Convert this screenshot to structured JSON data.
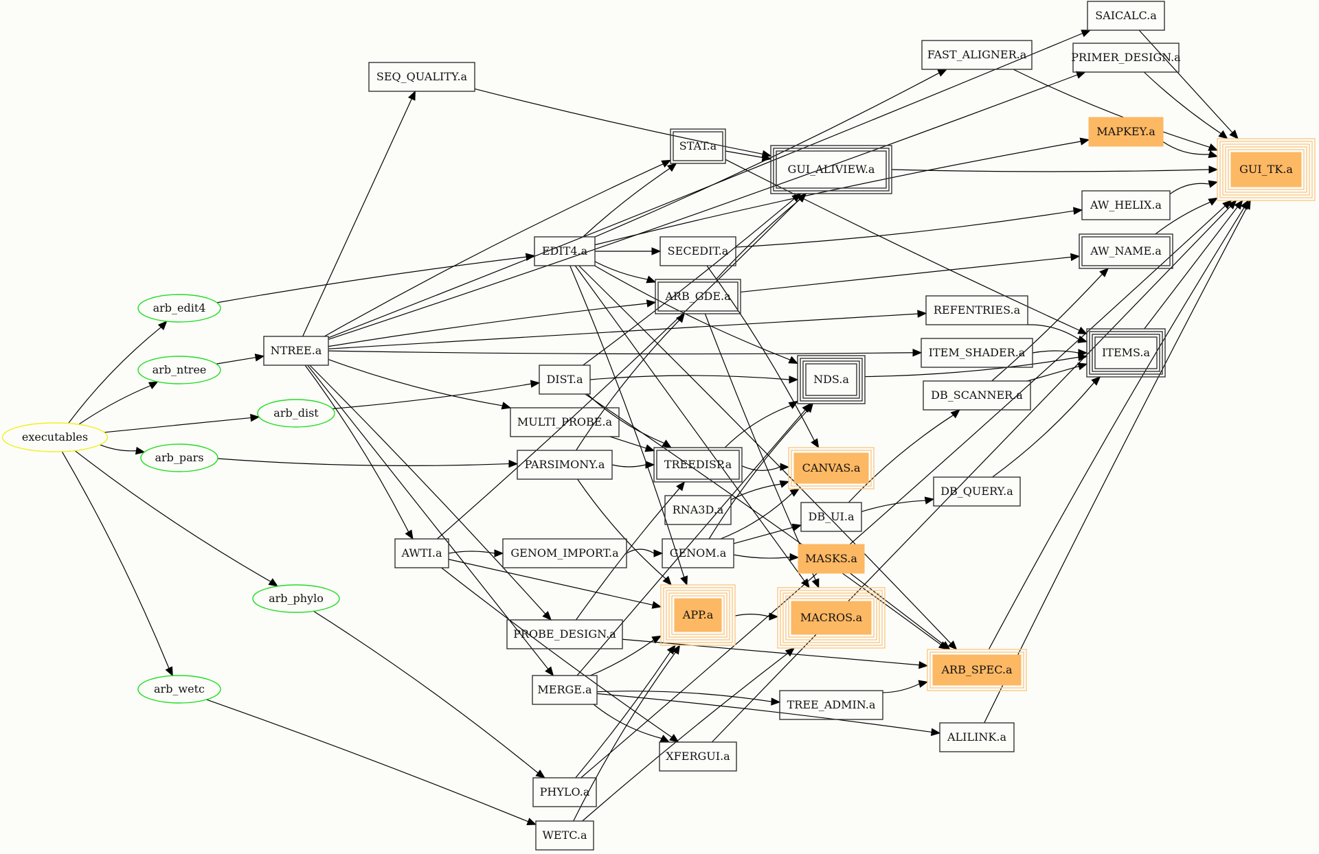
{
  "title": "ARB library dependency graph",
  "colors": {
    "background": "#fcfdf9",
    "executable_group_outline": "#f0f020",
    "executable_outline": "#22dd22",
    "library_outline": "#333333",
    "highlight_fill": "#fdb863",
    "highlight_ring": "#fdc787",
    "edge": "#000000"
  },
  "nodes": [
    {
      "id": "executables",
      "label": "executables",
      "kind": "root",
      "shape": "ellipse",
      "peripheries": 1
    },
    {
      "id": "arb_edit4",
      "label": "arb_edit4",
      "kind": "executable",
      "shape": "ellipse",
      "peripheries": 1
    },
    {
      "id": "arb_ntree",
      "label": "arb_ntree",
      "kind": "executable",
      "shape": "ellipse",
      "peripheries": 1
    },
    {
      "id": "arb_dist",
      "label": "arb_dist",
      "kind": "executable",
      "shape": "ellipse",
      "peripheries": 1
    },
    {
      "id": "arb_pars",
      "label": "arb_pars",
      "kind": "executable",
      "shape": "ellipse",
      "peripheries": 1
    },
    {
      "id": "arb_phylo",
      "label": "arb_phylo",
      "kind": "executable",
      "shape": "ellipse",
      "peripheries": 1
    },
    {
      "id": "arb_wetc",
      "label": "arb_wetc",
      "kind": "executable",
      "shape": "ellipse",
      "peripheries": 1
    },
    {
      "id": "NTREE",
      "label": "NTREE.a",
      "kind": "library",
      "shape": "box",
      "peripheries": 1
    },
    {
      "id": "SEQ_QUALITY",
      "label": "SEQ_QUALITY.a",
      "kind": "library",
      "shape": "box",
      "peripheries": 1
    },
    {
      "id": "EDIT4",
      "label": "EDIT4.a",
      "kind": "library",
      "shape": "box",
      "peripheries": 1
    },
    {
      "id": "DIST",
      "label": "DIST.a",
      "kind": "library",
      "shape": "box",
      "peripheries": 1
    },
    {
      "id": "MULTI_PROBE",
      "label": "MULTI_PROBE.a",
      "kind": "library",
      "shape": "box",
      "peripheries": 1
    },
    {
      "id": "PARSIMONY",
      "label": "PARSIMONY.a",
      "kind": "library",
      "shape": "box",
      "peripheries": 1
    },
    {
      "id": "AWTI",
      "label": "AWTI.a",
      "kind": "library",
      "shape": "box",
      "peripheries": 1
    },
    {
      "id": "GENOM_IMPORT",
      "label": "GENOM_IMPORT.a",
      "kind": "library",
      "shape": "box",
      "peripheries": 1
    },
    {
      "id": "PROBE_DESIGN",
      "label": "PROBE_DESIGN.a",
      "kind": "library",
      "shape": "box",
      "peripheries": 1
    },
    {
      "id": "MERGE",
      "label": "MERGE.a",
      "kind": "library",
      "shape": "box",
      "peripheries": 1
    },
    {
      "id": "PHYLO",
      "label": "PHYLO.a",
      "kind": "library",
      "shape": "box",
      "peripheries": 1
    },
    {
      "id": "WETC",
      "label": "WETC.a",
      "kind": "library",
      "shape": "box",
      "peripheries": 1
    },
    {
      "id": "STAT",
      "label": "STAT.a",
      "kind": "library",
      "shape": "box",
      "peripheries": 2
    },
    {
      "id": "SECEDIT",
      "label": "SECEDIT.a",
      "kind": "library",
      "shape": "box",
      "peripheries": 1
    },
    {
      "id": "ARB_GDE",
      "label": "ARB_GDE.a",
      "kind": "library",
      "shape": "box",
      "peripheries": 2
    },
    {
      "id": "TREEDISP",
      "label": "TREEDISP.a",
      "kind": "library",
      "shape": "box",
      "peripheries": 2
    },
    {
      "id": "RNA3D",
      "label": "RNA3D.a",
      "kind": "library",
      "shape": "box",
      "peripheries": 1
    },
    {
      "id": "GENOM",
      "label": "GENOM.a",
      "kind": "library",
      "shape": "box",
      "peripheries": 1
    },
    {
      "id": "APP",
      "label": "APP.a",
      "kind": "highlight",
      "shape": "box",
      "peripheries": 6
    },
    {
      "id": "XFERGUI",
      "label": "XFERGUI.a",
      "kind": "library",
      "shape": "box",
      "peripheries": 1
    },
    {
      "id": "GUI_ALIVIEW",
      "label": "GUI_ALIVIEW.a",
      "kind": "library",
      "shape": "box",
      "peripheries": 3
    },
    {
      "id": "NDS",
      "label": "NDS.a",
      "kind": "library",
      "shape": "box",
      "peripheries": 4
    },
    {
      "id": "CANVAS",
      "label": "CANVAS.a",
      "kind": "highlight",
      "shape": "box",
      "peripheries": 3
    },
    {
      "id": "DB_UI",
      "label": "DB_UI.a",
      "kind": "library",
      "shape": "box",
      "peripheries": 1
    },
    {
      "id": "MASKS",
      "label": "MASKS.a",
      "kind": "highlight",
      "shape": "box",
      "peripheries": 1
    },
    {
      "id": "MACROS",
      "label": "MACROS.a",
      "kind": "highlight",
      "shape": "box",
      "peripheries": 6
    },
    {
      "id": "TREE_ADMIN",
      "label": "TREE_ADMIN.a",
      "kind": "library",
      "shape": "box",
      "peripheries": 1
    },
    {
      "id": "FAST_ALIGNER",
      "label": "FAST_ALIGNER.a",
      "kind": "library",
      "shape": "box",
      "peripheries": 1
    },
    {
      "id": "REFENTRIES",
      "label": "REFENTRIES.a",
      "kind": "library",
      "shape": "box",
      "peripheries": 1
    },
    {
      "id": "ITEM_SHADER",
      "label": "ITEM_SHADER.a",
      "kind": "library",
      "shape": "box",
      "peripheries": 1
    },
    {
      "id": "DB_SCANNER",
      "label": "DB_SCANNER.a",
      "kind": "library",
      "shape": "box",
      "peripheries": 1
    },
    {
      "id": "DB_QUERY",
      "label": "DB_QUERY.a",
      "kind": "library",
      "shape": "box",
      "peripheries": 1
    },
    {
      "id": "ARB_SPEC",
      "label": "ARB_SPEC.a",
      "kind": "highlight",
      "shape": "box",
      "peripheries": 3
    },
    {
      "id": "ALILINK",
      "label": "ALILINK.a",
      "kind": "library",
      "shape": "box",
      "peripheries": 1
    },
    {
      "id": "SAICALC",
      "label": "SAICALC.a",
      "kind": "library",
      "shape": "box",
      "peripheries": 1
    },
    {
      "id": "PRIMER_DESIGN",
      "label": "PRIMER_DESIGN.a",
      "kind": "library",
      "shape": "box",
      "peripheries": 1
    },
    {
      "id": "MAPKEY",
      "label": "MAPKEY.a",
      "kind": "highlight",
      "shape": "box",
      "peripheries": 1
    },
    {
      "id": "AW_HELIX",
      "label": "AW_HELIX.a",
      "kind": "library",
      "shape": "box",
      "peripheries": 1
    },
    {
      "id": "AW_NAME",
      "label": "AW_NAME.a",
      "kind": "library",
      "shape": "box",
      "peripheries": 2
    },
    {
      "id": "ITEMS",
      "label": "ITEMS.a",
      "kind": "library",
      "shape": "box",
      "peripheries": 4
    },
    {
      "id": "GUI_TK",
      "label": "GUI_TK.a",
      "kind": "highlight",
      "shape": "box",
      "peripheries": 6
    }
  ],
  "edges": [
    [
      "executables",
      "arb_edit4"
    ],
    [
      "executables",
      "arb_ntree"
    ],
    [
      "executables",
      "arb_dist"
    ],
    [
      "executables",
      "arb_pars"
    ],
    [
      "executables",
      "arb_phylo"
    ],
    [
      "executables",
      "arb_wetc"
    ],
    [
      "arb_edit4",
      "EDIT4"
    ],
    [
      "arb_ntree",
      "NTREE"
    ],
    [
      "arb_dist",
      "DIST"
    ],
    [
      "arb_pars",
      "PARSIMONY"
    ],
    [
      "arb_phylo",
      "PHYLO"
    ],
    [
      "arb_wetc",
      "WETC"
    ],
    [
      "NTREE",
      "SEQ_QUALITY"
    ],
    [
      "NTREE",
      "SAICALC"
    ],
    [
      "NTREE",
      "PRIMER_DESIGN"
    ],
    [
      "NTREE",
      "STAT"
    ],
    [
      "NTREE",
      "ARB_GDE"
    ],
    [
      "NTREE",
      "REFENTRIES"
    ],
    [
      "NTREE",
      "ITEM_SHADER"
    ],
    [
      "NTREE",
      "MULTI_PROBE"
    ],
    [
      "NTREE",
      "AWTI"
    ],
    [
      "NTREE",
      "PROBE_DESIGN"
    ],
    [
      "NTREE",
      "MERGE"
    ],
    [
      "SEQ_QUALITY",
      "GUI_ALIVIEW"
    ],
    [
      "EDIT4",
      "FAST_ALIGNER"
    ],
    [
      "EDIT4",
      "MAPKEY"
    ],
    [
      "EDIT4",
      "STAT"
    ],
    [
      "EDIT4",
      "SECEDIT"
    ],
    [
      "EDIT4",
      "ARB_GDE"
    ],
    [
      "EDIT4",
      "NDS"
    ],
    [
      "EDIT4",
      "APP"
    ],
    [
      "EDIT4",
      "ARB_SPEC"
    ],
    [
      "EDIT4",
      "MACROS"
    ],
    [
      "DIST",
      "GUI_ALIVIEW"
    ],
    [
      "DIST",
      "TREEDISP"
    ],
    [
      "DIST",
      "NDS"
    ],
    [
      "DIST",
      "ARB_SPEC"
    ],
    [
      "MULTI_PROBE",
      "TREEDISP"
    ],
    [
      "PARSIMONY",
      "TREEDISP"
    ],
    [
      "PARSIMONY",
      "APP"
    ],
    [
      "PARSIMONY",
      "ARB_GDE"
    ],
    [
      "AWTI",
      "GENOM_IMPORT"
    ],
    [
      "AWTI",
      "APP"
    ],
    [
      "AWTI",
      "XFERGUI"
    ],
    [
      "AWTI",
      "GUI_ALIVIEW"
    ],
    [
      "GENOM_IMPORT",
      "GENOM"
    ],
    [
      "PROBE_DESIGN",
      "TREEDISP"
    ],
    [
      "PROBE_DESIGN",
      "ARB_SPEC"
    ],
    [
      "MERGE",
      "APP"
    ],
    [
      "MERGE",
      "XFERGUI"
    ],
    [
      "MERGE",
      "TREE_ADMIN"
    ],
    [
      "MERGE",
      "ALILINK"
    ],
    [
      "MERGE",
      "NDS"
    ],
    [
      "PHYLO",
      "APP"
    ],
    [
      "PHYLO",
      "GUI_TK"
    ],
    [
      "WETC",
      "APP"
    ],
    [
      "WETC",
      "MACROS"
    ],
    [
      "STAT",
      "GUI_ALIVIEW"
    ],
    [
      "STAT",
      "ITEMS"
    ],
    [
      "SECEDIT",
      "AW_HELIX"
    ],
    [
      "SECEDIT",
      "CANVAS"
    ],
    [
      "ARB_GDE",
      "GUI_ALIVIEW"
    ],
    [
      "ARB_GDE",
      "AW_NAME"
    ],
    [
      "ARB_GDE",
      "MACROS"
    ],
    [
      "TREEDISP",
      "CANVAS"
    ],
    [
      "TREEDISP",
      "NDS"
    ],
    [
      "RNA3D",
      "CANVAS"
    ],
    [
      "GENOM",
      "DB_UI"
    ],
    [
      "GENOM",
      "MASKS"
    ],
    [
      "GENOM",
      "CANVAS"
    ],
    [
      "GENOM",
      "NDS"
    ],
    [
      "APP",
      "MACROS"
    ],
    [
      "XFERGUI",
      "GUI_TK"
    ],
    [
      "GUI_ALIVIEW",
      "GUI_TK"
    ],
    [
      "NDS",
      "ITEMS"
    ],
    [
      "DB_UI",
      "DB_SCANNER"
    ],
    [
      "DB_UI",
      "DB_QUERY"
    ],
    [
      "MASKS",
      "ARB_SPEC"
    ],
    [
      "TREE_ADMIN",
      "ARB_SPEC"
    ],
    [
      "FAST_ALIGNER",
      "GUI_TK"
    ],
    [
      "REFENTRIES",
      "ITEMS"
    ],
    [
      "ITEM_SHADER",
      "ITEMS"
    ],
    [
      "DB_SCANNER",
      "ITEMS"
    ],
    [
      "DB_SCANNER",
      "AW_NAME"
    ],
    [
      "DB_QUERY",
      "ITEMS"
    ],
    [
      "ARB_SPEC",
      "GUI_TK"
    ],
    [
      "ALILINK",
      "GUI_TK"
    ],
    [
      "SAICALC",
      "GUI_TK"
    ],
    [
      "PRIMER_DESIGN",
      "GUI_TK"
    ],
    [
      "MAPKEY",
      "GUI_TK"
    ],
    [
      "AW_HELIX",
      "GUI_TK"
    ],
    [
      "AW_NAME",
      "GUI_TK"
    ],
    [
      "ITEMS",
      "GUI_TK"
    ]
  ]
}
